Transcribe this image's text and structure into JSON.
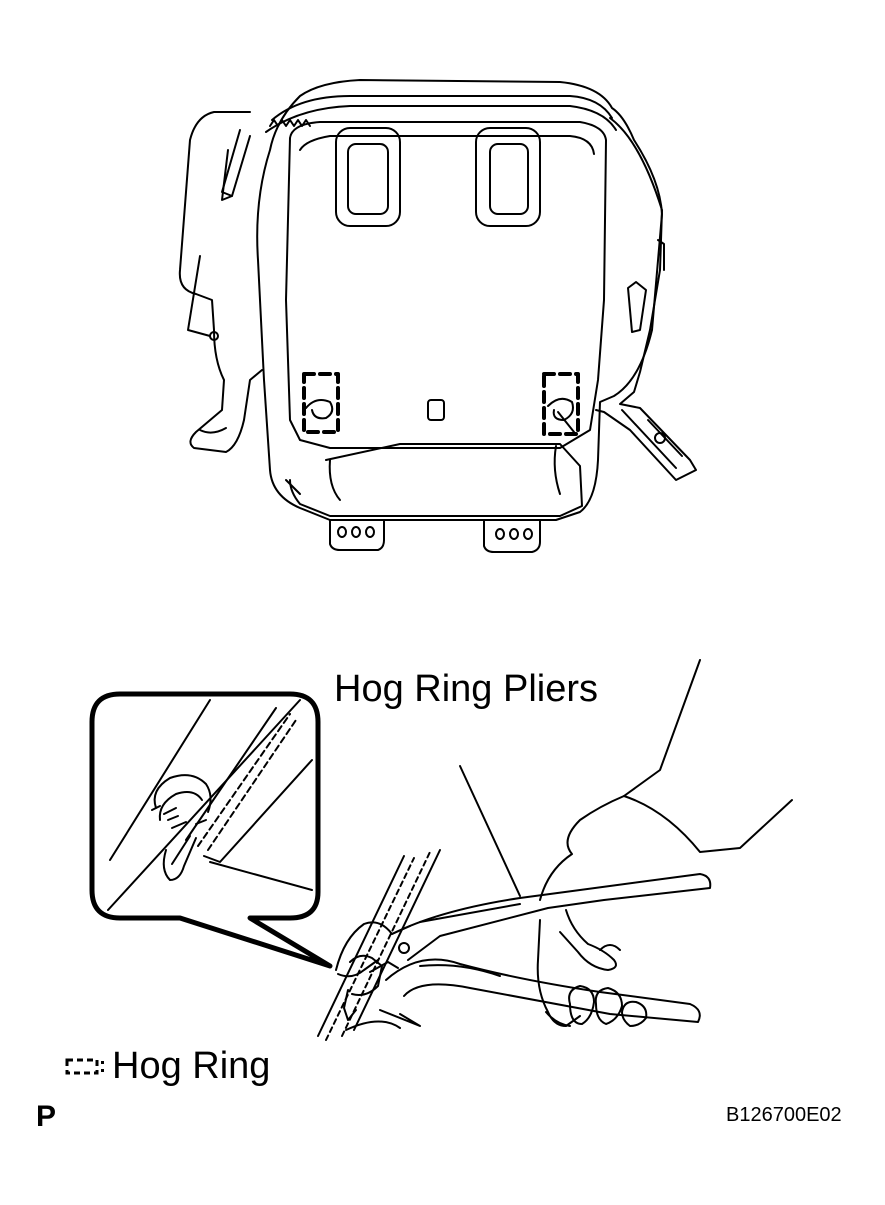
{
  "figure": {
    "callout_pliers": "Hog Ring Pliers",
    "legend_symbol_icon": "dashed-bracket-icon",
    "legend_label": "Hog Ring",
    "page_letter": "P",
    "figure_code": "B126700E02"
  }
}
